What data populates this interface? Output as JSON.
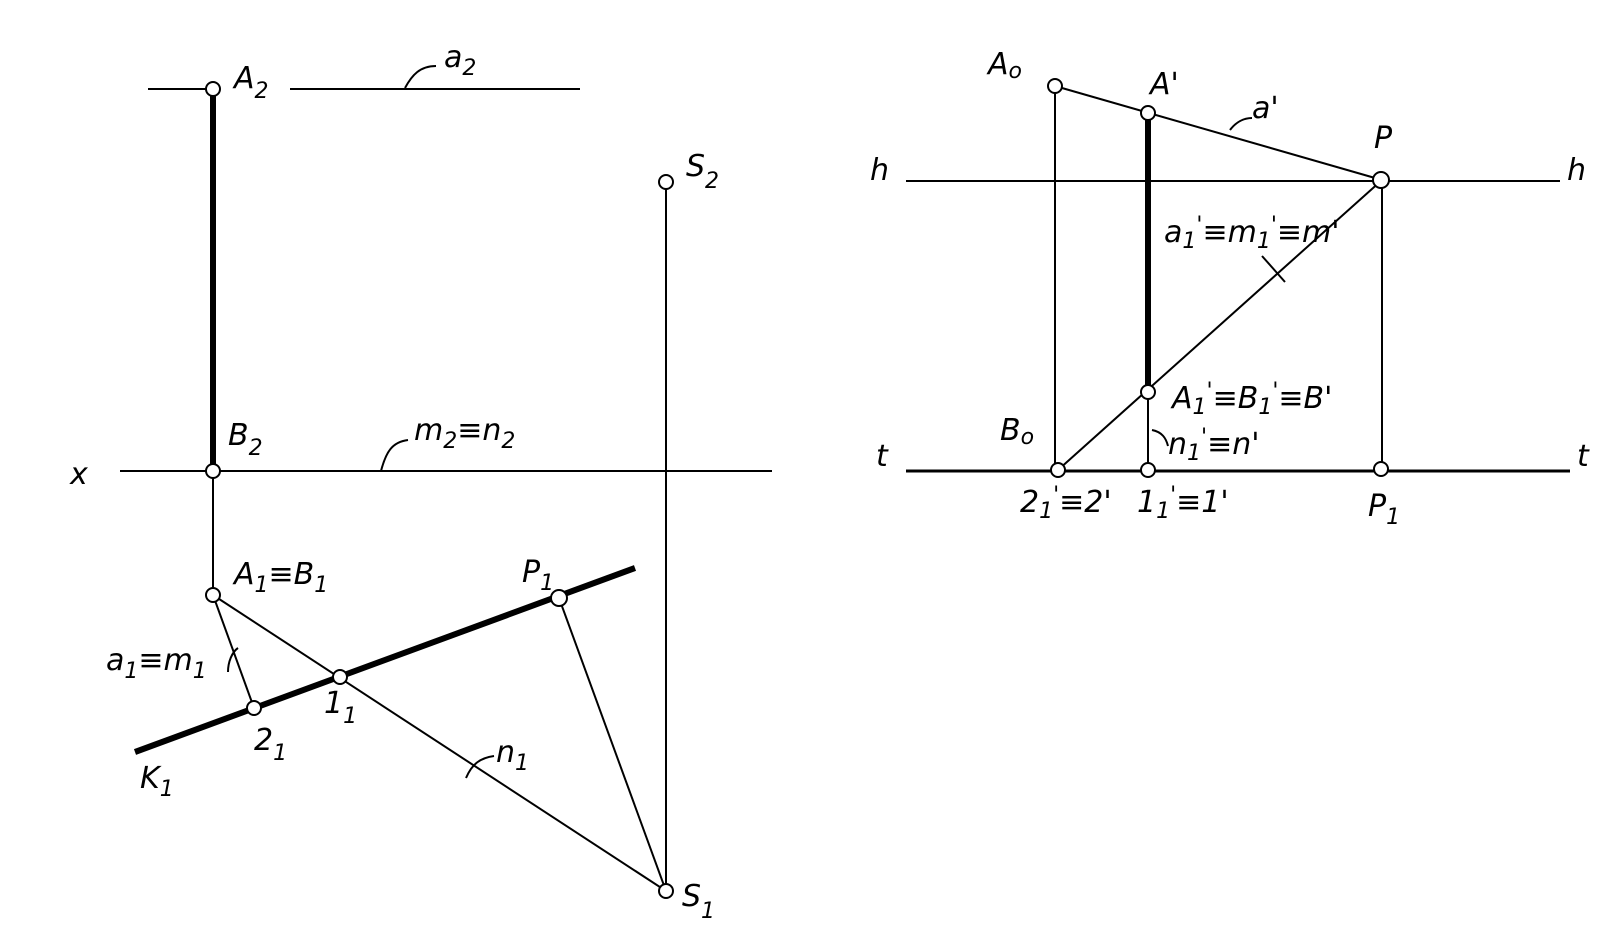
{
  "left": {
    "a2": "a",
    "a2_sub": "2",
    "A2": "A",
    "A2_sub": "2",
    "S2": "S",
    "S2_sub": "2",
    "B2": "B",
    "B2_sub": "2",
    "x": "x",
    "m2n2": "m",
    "m2n2_sub1": "2",
    "m2n2_mid": "≡n",
    "m2n2_sub2": "2",
    "A1B1": "A",
    "A1B1_sub1": "1",
    "A1B1_mid": "≡B",
    "A1B1_sub2": "1",
    "P1": "P",
    "P1_sub": "1",
    "a1m1": "a",
    "a1m1_sub1": "1",
    "a1m1_mid": "≡m",
    "a1m1_sub2": "1",
    "one1": "1",
    "one1_sub": "1",
    "two1": "2",
    "two1_sub": "1",
    "n1": "n",
    "n1_sub": "1",
    "K1": "K",
    "K1_sub": "1",
    "S1": "S",
    "S1_sub": "1"
  },
  "right": {
    "A0": "A",
    "A0_sub": "o",
    "Aprime": "A'",
    "aprime": "a'",
    "P": "P",
    "h_left": "h",
    "h_right": "h",
    "a1m1m": "a",
    "a1m1m_sub1": "1",
    "a1m1m_sup1": "'",
    "a1m1m_mid": "≡m",
    "a1m1m_sub2": "1",
    "a1m1m_sup2": "'",
    "a1m1m_end": "≡m'",
    "A1B1B": "A",
    "A1B1B_sub1": "1",
    "A1B1B_sup1": "'",
    "A1B1B_mid": "≡B",
    "A1B1B_sub2": "1",
    "A1B1B_sup2": "'",
    "A1B1B_end": "≡B'",
    "B0": "B",
    "B0_sub": "o",
    "n1n": "n",
    "n1n_sub": "1",
    "n1n_sup": "'",
    "n1n_end": "≡n'",
    "t_left": "t",
    "t_right": "t",
    "two": "2",
    "two_sub": "1",
    "two_sup": "'",
    "two_end": "≡2'",
    "one": "1",
    "one_sub": "1",
    "one_sup": "'",
    "one_end": "≡1'",
    "P1": "P",
    "P1_sub": "1"
  }
}
